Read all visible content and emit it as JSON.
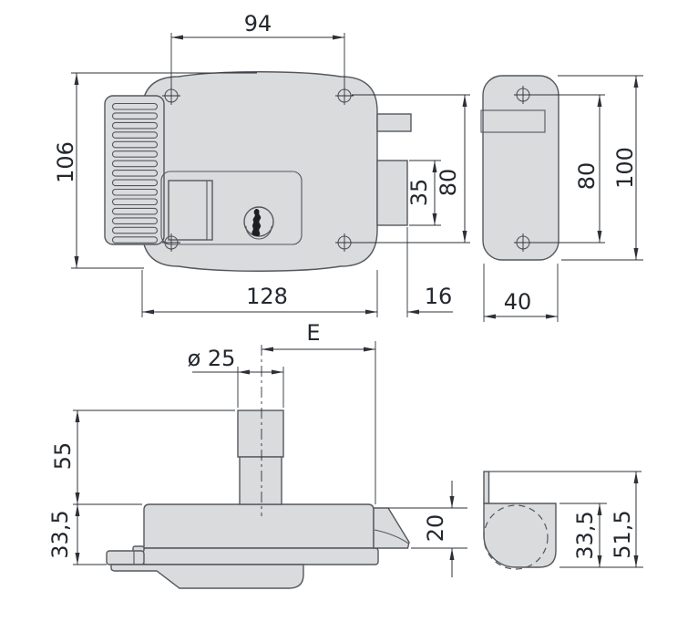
{
  "colors": {
    "part_fill": "#d9dbdd",
    "outline": "#54585d",
    "dimension_line": "#2d3137",
    "text": "#23272e",
    "keyhole": "#1b1e22"
  },
  "dims": {
    "front": {
      "hole_spacing_h": "94",
      "height": "106",
      "width": "128",
      "bolt_protrusion": "16",
      "bolt_height": "35",
      "hole_spacing_v": "80"
    },
    "strike_front": {
      "hole_spacing": "80",
      "height": "100",
      "width": "40"
    },
    "top": {
      "backset": "E",
      "cylinder_diameter": "ø 25",
      "cylinder_length": "55",
      "body_depth": "33,5",
      "latch_height": "20"
    },
    "strike_side": {
      "inner_depth": "33,5",
      "total_depth": "51,5"
    }
  }
}
